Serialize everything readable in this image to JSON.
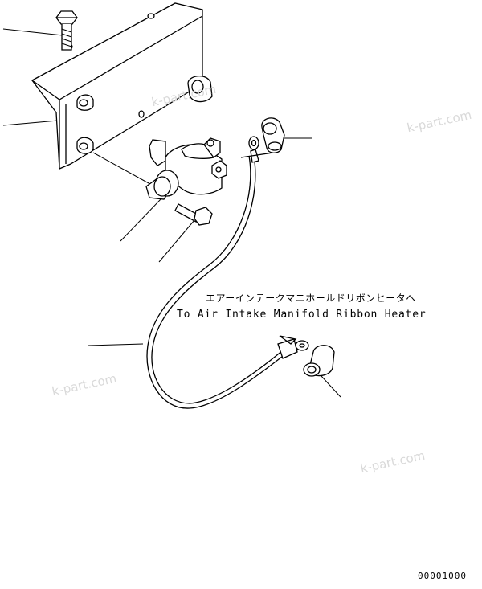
{
  "labels": {
    "destination_jp": "エアーインテークマニホールドリボンヒータへ",
    "destination_en": "To Air Intake Manifold Ribbon Heater",
    "figure_number": "00001000"
  },
  "watermarks": [
    "k-part.com",
    "k-part.com",
    "k-part.com",
    "k-part.com"
  ]
}
